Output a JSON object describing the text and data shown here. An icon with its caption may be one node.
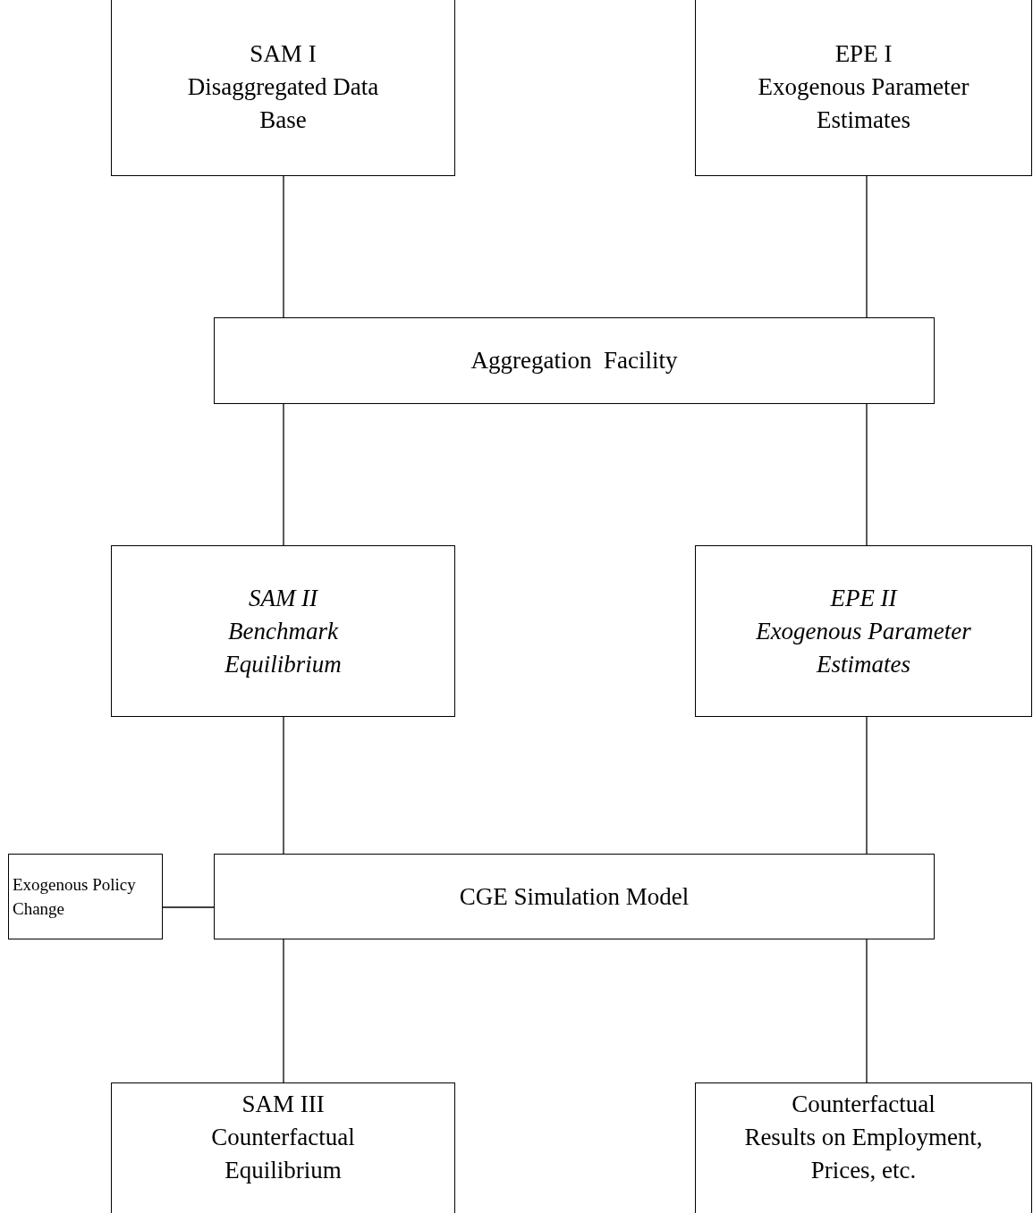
{
  "diagram": {
    "nodes": [
      {
        "text": [
          "SAM I",
          "Disaggregated Data Base"
        ]
      },
      {
        "text": [
          "EPE I",
          "Exogenous Parameter Estimates"
        ]
      },
      {
        "text": [
          "Aggregation  Facility"
        ]
      },
      {
        "text": [
          "SAM II",
          "Benchmark Equilibrium"
        ]
      },
      {
        "text": [
          "EPE II",
          "Exogenous Parameter Estimates"
        ]
      },
      {
        "text": [
          "Exogenous Policy Change"
        ]
      },
      {
        "text": [
          "CGE Simulation Model"
        ]
      },
      {
        "text": [
          "SAM III",
          "Counterfactual Equilibrium"
        ]
      },
      {
        "text": [
          "Counterfactual",
          "Results on Employment, Prices, etc."
        ]
      }
    ],
    "edges": [
      {
        "from": 0,
        "to": 2,
        "arrow": "none"
      },
      {
        "from": 1,
        "to": 2,
        "arrow": "none"
      },
      {
        "from": 2,
        "to": 3,
        "arrow": "none"
      },
      {
        "from": 2,
        "to": 4,
        "arrow": "none"
      },
      {
        "from": 3,
        "to": 6,
        "arrow": "none"
      },
      {
        "from": 4,
        "to": 6,
        "arrow": "none"
      },
      {
        "from": 5,
        "to": 6,
        "arrow": "none"
      },
      {
        "from": 6,
        "to": 7,
        "arrow": "none"
      },
      {
        "from": 6,
        "to": 8,
        "arrow": "none"
      }
    ]
  }
}
